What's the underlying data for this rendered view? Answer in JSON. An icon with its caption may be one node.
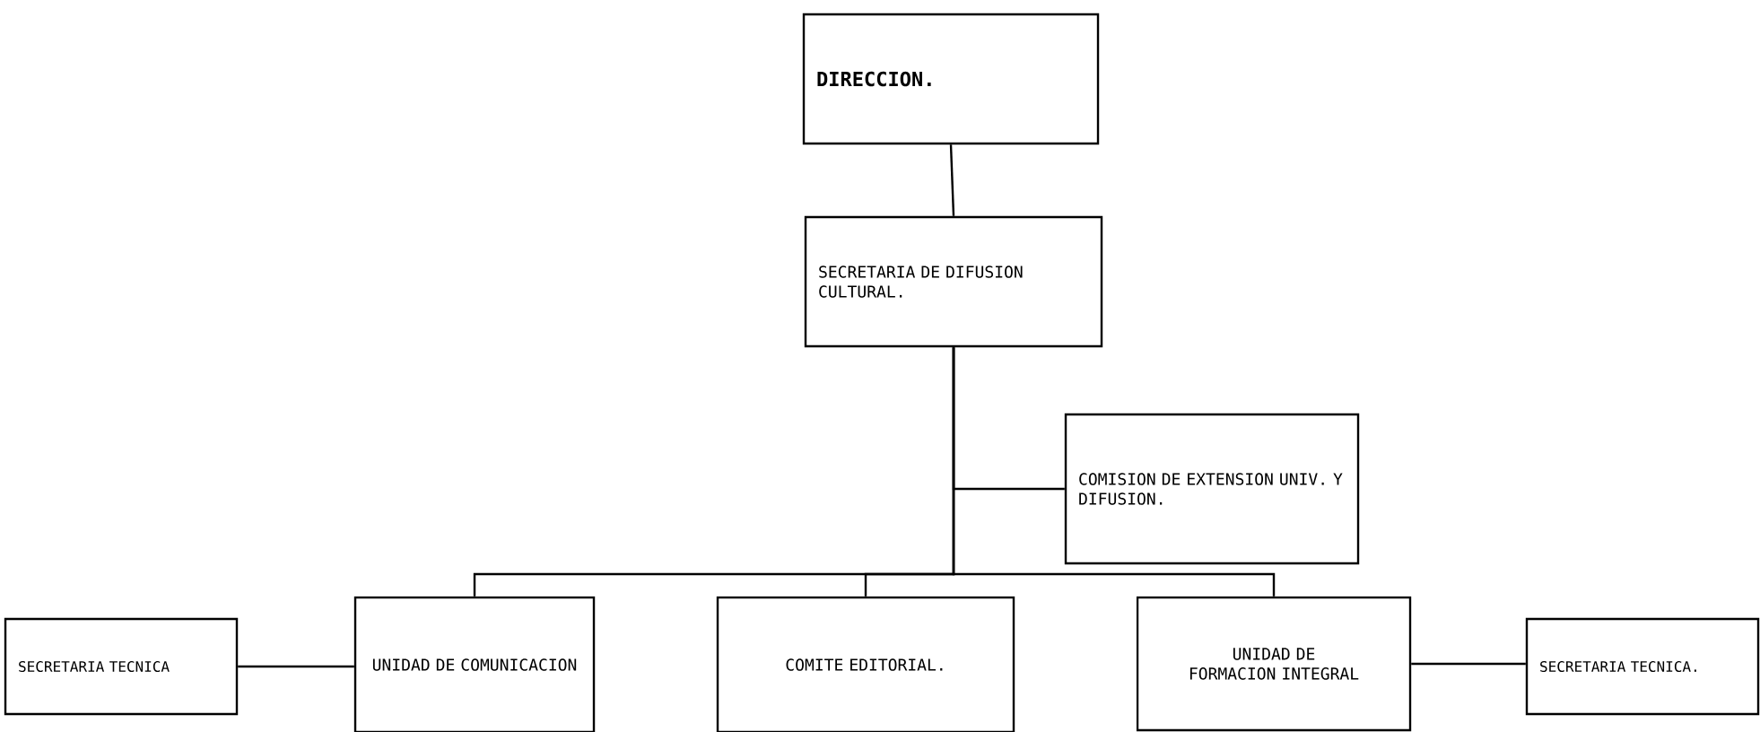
{
  "diagram": {
    "nodes": [
      {
        "text": [
          "DIRECCION."
        ]
      },
      {
        "text": [
          "SECRETARIA DE DIFUSION CULTURAL."
        ]
      },
      {
        "text": [
          "COMISION DE EXTENSION UNIV. Y DIFUSION."
        ]
      },
      {
        "text": [
          "SECRETARIA TECNICA"
        ]
      },
      {
        "text": [
          "UNIDAD DE COMUNICACION"
        ]
      },
      {
        "text": [
          "COMITE EDITORIAL."
        ]
      },
      {
        "text": [
          "UNIDAD DE FORMACION INTEGRAL"
        ]
      },
      {
        "text": [
          "SECRETARIA TECNICA."
        ]
      }
    ],
    "edges": [
      {
        "from": 0,
        "to": 1,
        "arrow": "none"
      },
      {
        "from": 1,
        "to": 2,
        "arrow": "none"
      },
      {
        "from": 1,
        "to": 4,
        "arrow": "none"
      },
      {
        "from": 1,
        "to": 5,
        "arrow": "none"
      },
      {
        "from": 1,
        "to": 6,
        "arrow": "none"
      },
      {
        "from": 3,
        "to": 4,
        "arrow": "none"
      },
      {
        "from": 6,
        "to": 7,
        "arrow": "none"
      }
    ]
  }
}
